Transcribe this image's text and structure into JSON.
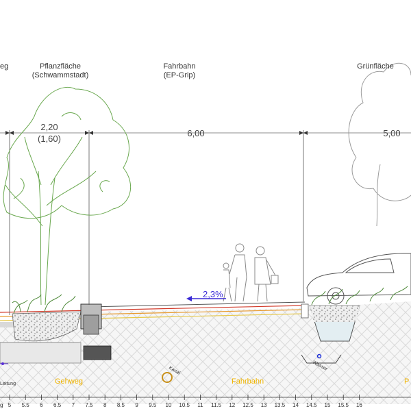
{
  "labels": {
    "gehweg_top": "eg",
    "pflanz_l1": "Pflanzfläche",
    "pflanz_l2": "(Schwammstadt)",
    "fahrbahn_l1": "Fahrbahn",
    "fahrbahn_l2": "(EP-Grip)",
    "gruen": "Grünfläche"
  },
  "dimensions": {
    "pflanz_width": "2,20",
    "pflanz_width_alt": "(1,60)",
    "fahrbahn_width": "6,00",
    "gruen_width": "5,00"
  },
  "slope": "2,3%",
  "underground": {
    "leitung": "Leitung",
    "kanal": "Kanal",
    "wasser": "Wasser"
  },
  "zones": {
    "gehweg": "Gehweg",
    "fahrbahn": "Fahrbahn",
    "right_partial": "P"
  },
  "ruler": {
    "ticks": [
      "5",
      "5.5",
      "6",
      "6.5",
      "7",
      "7.5",
      "8",
      "8.5",
      "9",
      "9.5",
      "10",
      "10.5",
      "11",
      "11.5",
      "12",
      "12.5",
      "13",
      "13.5",
      "14",
      "14.5",
      "15",
      "15.5",
      "16"
    ],
    "left_partial": "g"
  },
  "colors": {
    "tree_green": "#6aa84f",
    "slope_arrow": "#3a2bd6",
    "zone_label": "#f0b400",
    "line_red": "#d23a2a",
    "line_orange": "#e89a2e",
    "line_yellow": "#e6c84a"
  }
}
